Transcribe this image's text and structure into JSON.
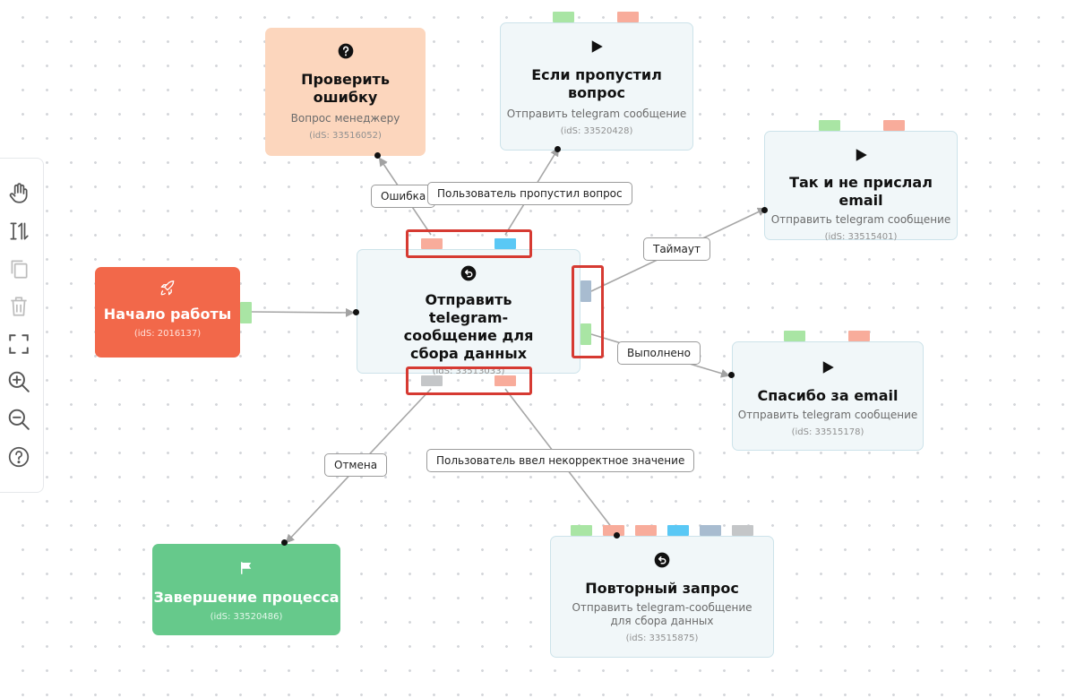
{
  "toolbar": {
    "tools": [
      "hand-icon",
      "sort-icon",
      "copy-icon",
      "trash-icon",
      "fullscreen-icon",
      "zoom-in-icon",
      "zoom-out-icon",
      "help-icon"
    ]
  },
  "nodes": {
    "start": {
      "title": "Начало работы",
      "id": "(idS: 2016137)",
      "icon": "rocket-icon"
    },
    "check_error": {
      "title": "Проверить ошибку",
      "subtitle": "Вопрос менеджеру",
      "id": "(idS: 33516052)",
      "icon": "question-icon"
    },
    "skipped": {
      "title": "Если пропустил вопрос",
      "subtitle": "Отправить telegram сообщение",
      "id": "(idS: 33520428)",
      "icon": "play-icon"
    },
    "no_email": {
      "title": "Так и не прислал email",
      "subtitle": "Отправить telegram сообщение",
      "id": "(idS: 33515401)",
      "icon": "play-icon"
    },
    "main": {
      "title": "Отправить telegram-сообщение для сбора данных",
      "id": "(idS: 33513033)",
      "icon": "undo-icon"
    },
    "thanks": {
      "title": "Спасибо за email",
      "subtitle": "Отправить telegram сообщение",
      "id": "(idS: 33515178)",
      "icon": "play-icon"
    },
    "finish": {
      "title": "Завершение процесса",
      "id": "(idS: 33520486)",
      "icon": "flag-icon"
    },
    "retry": {
      "title": "Повторный запрос",
      "subtitle": "Отправить telegram-сообщение для сбора данных",
      "id": "(idS: 33515875)",
      "icon": "undo-icon"
    }
  },
  "edge_labels": {
    "error": "Ошибка",
    "skipped": "Пользователь пропустил вопрос",
    "timeout": "Таймаут",
    "done": "Выполнено",
    "cancel": "Отмена",
    "invalid": "Пользователь ввел некорректное значение"
  },
  "colors": {
    "start_node": "#f2684a",
    "finish_node": "#66c98b",
    "question_node": "#fcd6bd",
    "action_node": "#f1f7f9",
    "highlight": "#d63a32",
    "port_green": "#a9e5a4",
    "port_salmon": "#f8ac9b",
    "port_blue": "#5ac8f5",
    "port_slate": "#a8bcd0",
    "port_gray": "#c4c6c8"
  }
}
